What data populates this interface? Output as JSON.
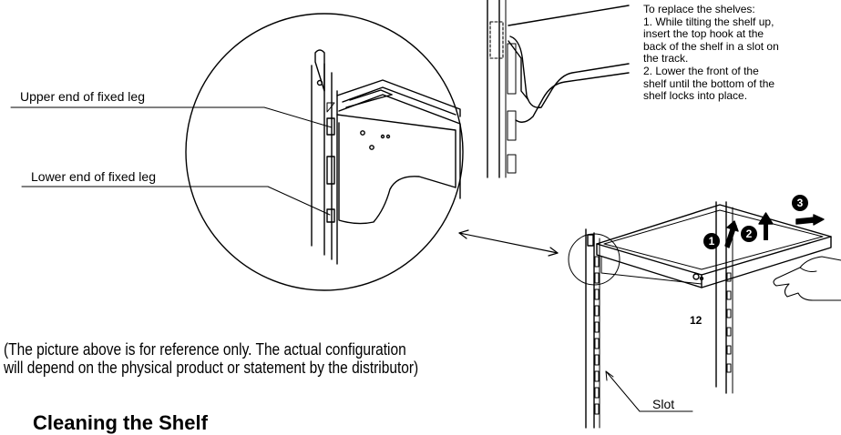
{
  "callouts": {
    "upper_end": "Upper end of fixed  leg",
    "lower_end": "Lower end of fixed leg",
    "slot": "Slot"
  },
  "instructions": {
    "title": "To replace the shelves:",
    "lines": [
      "1. While tilting the shelf up,",
      "insert the top hook at the",
      "back of the shelf in a slot on",
      "the track.",
      "2. Lower the front of the",
      "shelf until the bottom of the",
      "shelf locks into place."
    ]
  },
  "steps": [
    "1",
    "2",
    "3"
  ],
  "note": {
    "line1": "(The picture above is for reference only. The actual configuration",
    "line2": "will depend on the physical product or statement by the distributor)"
  },
  "page_number": "12",
  "heading": "Cleaning the Shelf"
}
